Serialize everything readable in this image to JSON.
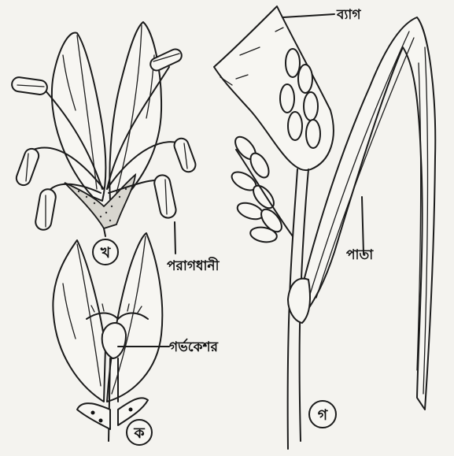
{
  "labels": {
    "bag": "ব্যাগ",
    "anther": "পরাগধানী",
    "stigma": "গর্ভকেশর",
    "leaf": "পাতা"
  },
  "figure_markers": {
    "ka": "ক",
    "kha": "খ",
    "ga": "গ"
  }
}
